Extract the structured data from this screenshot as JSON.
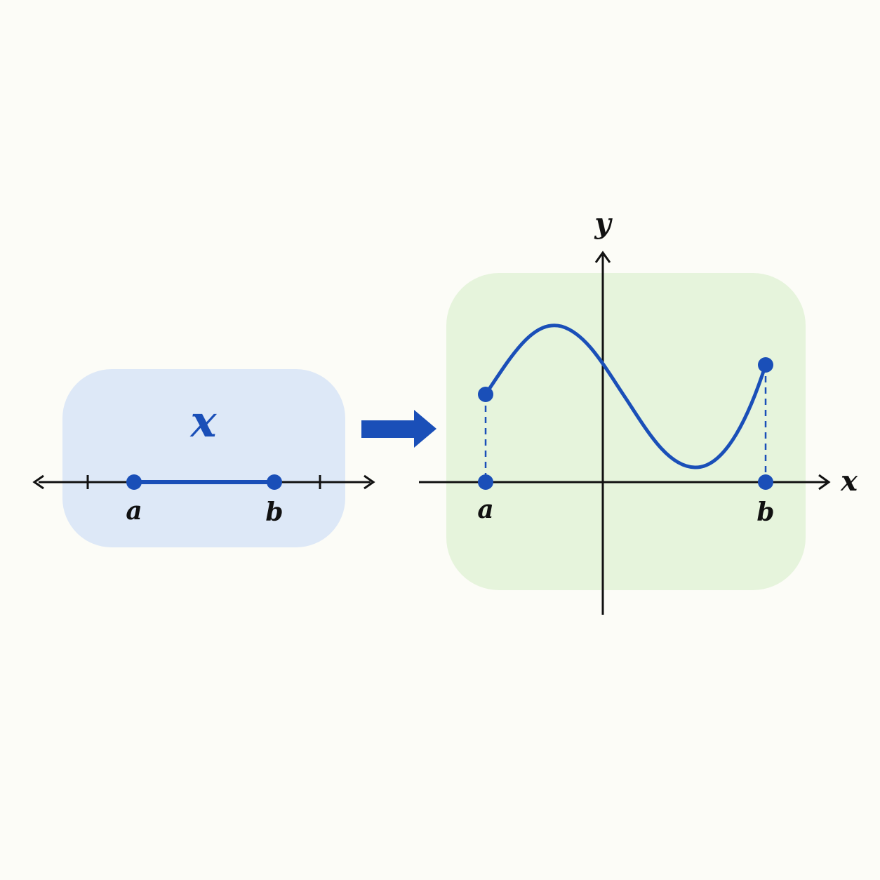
{
  "colors": {
    "background": "#fcfcf7",
    "domain_panel": "#dde8f7",
    "graph_panel": "#e6f4dc",
    "accent_blue": "#1a4fb8",
    "axis": "#111111"
  },
  "domain_panel": {
    "variable_label": "x",
    "interval": {
      "start_label": "a",
      "end_label": "b"
    }
  },
  "mapping_arrow": {
    "icon": "right-arrow-icon"
  },
  "graph_panel": {
    "x_axis_label": "x",
    "y_axis_label": "y",
    "start_label": "a",
    "end_label": "b"
  }
}
